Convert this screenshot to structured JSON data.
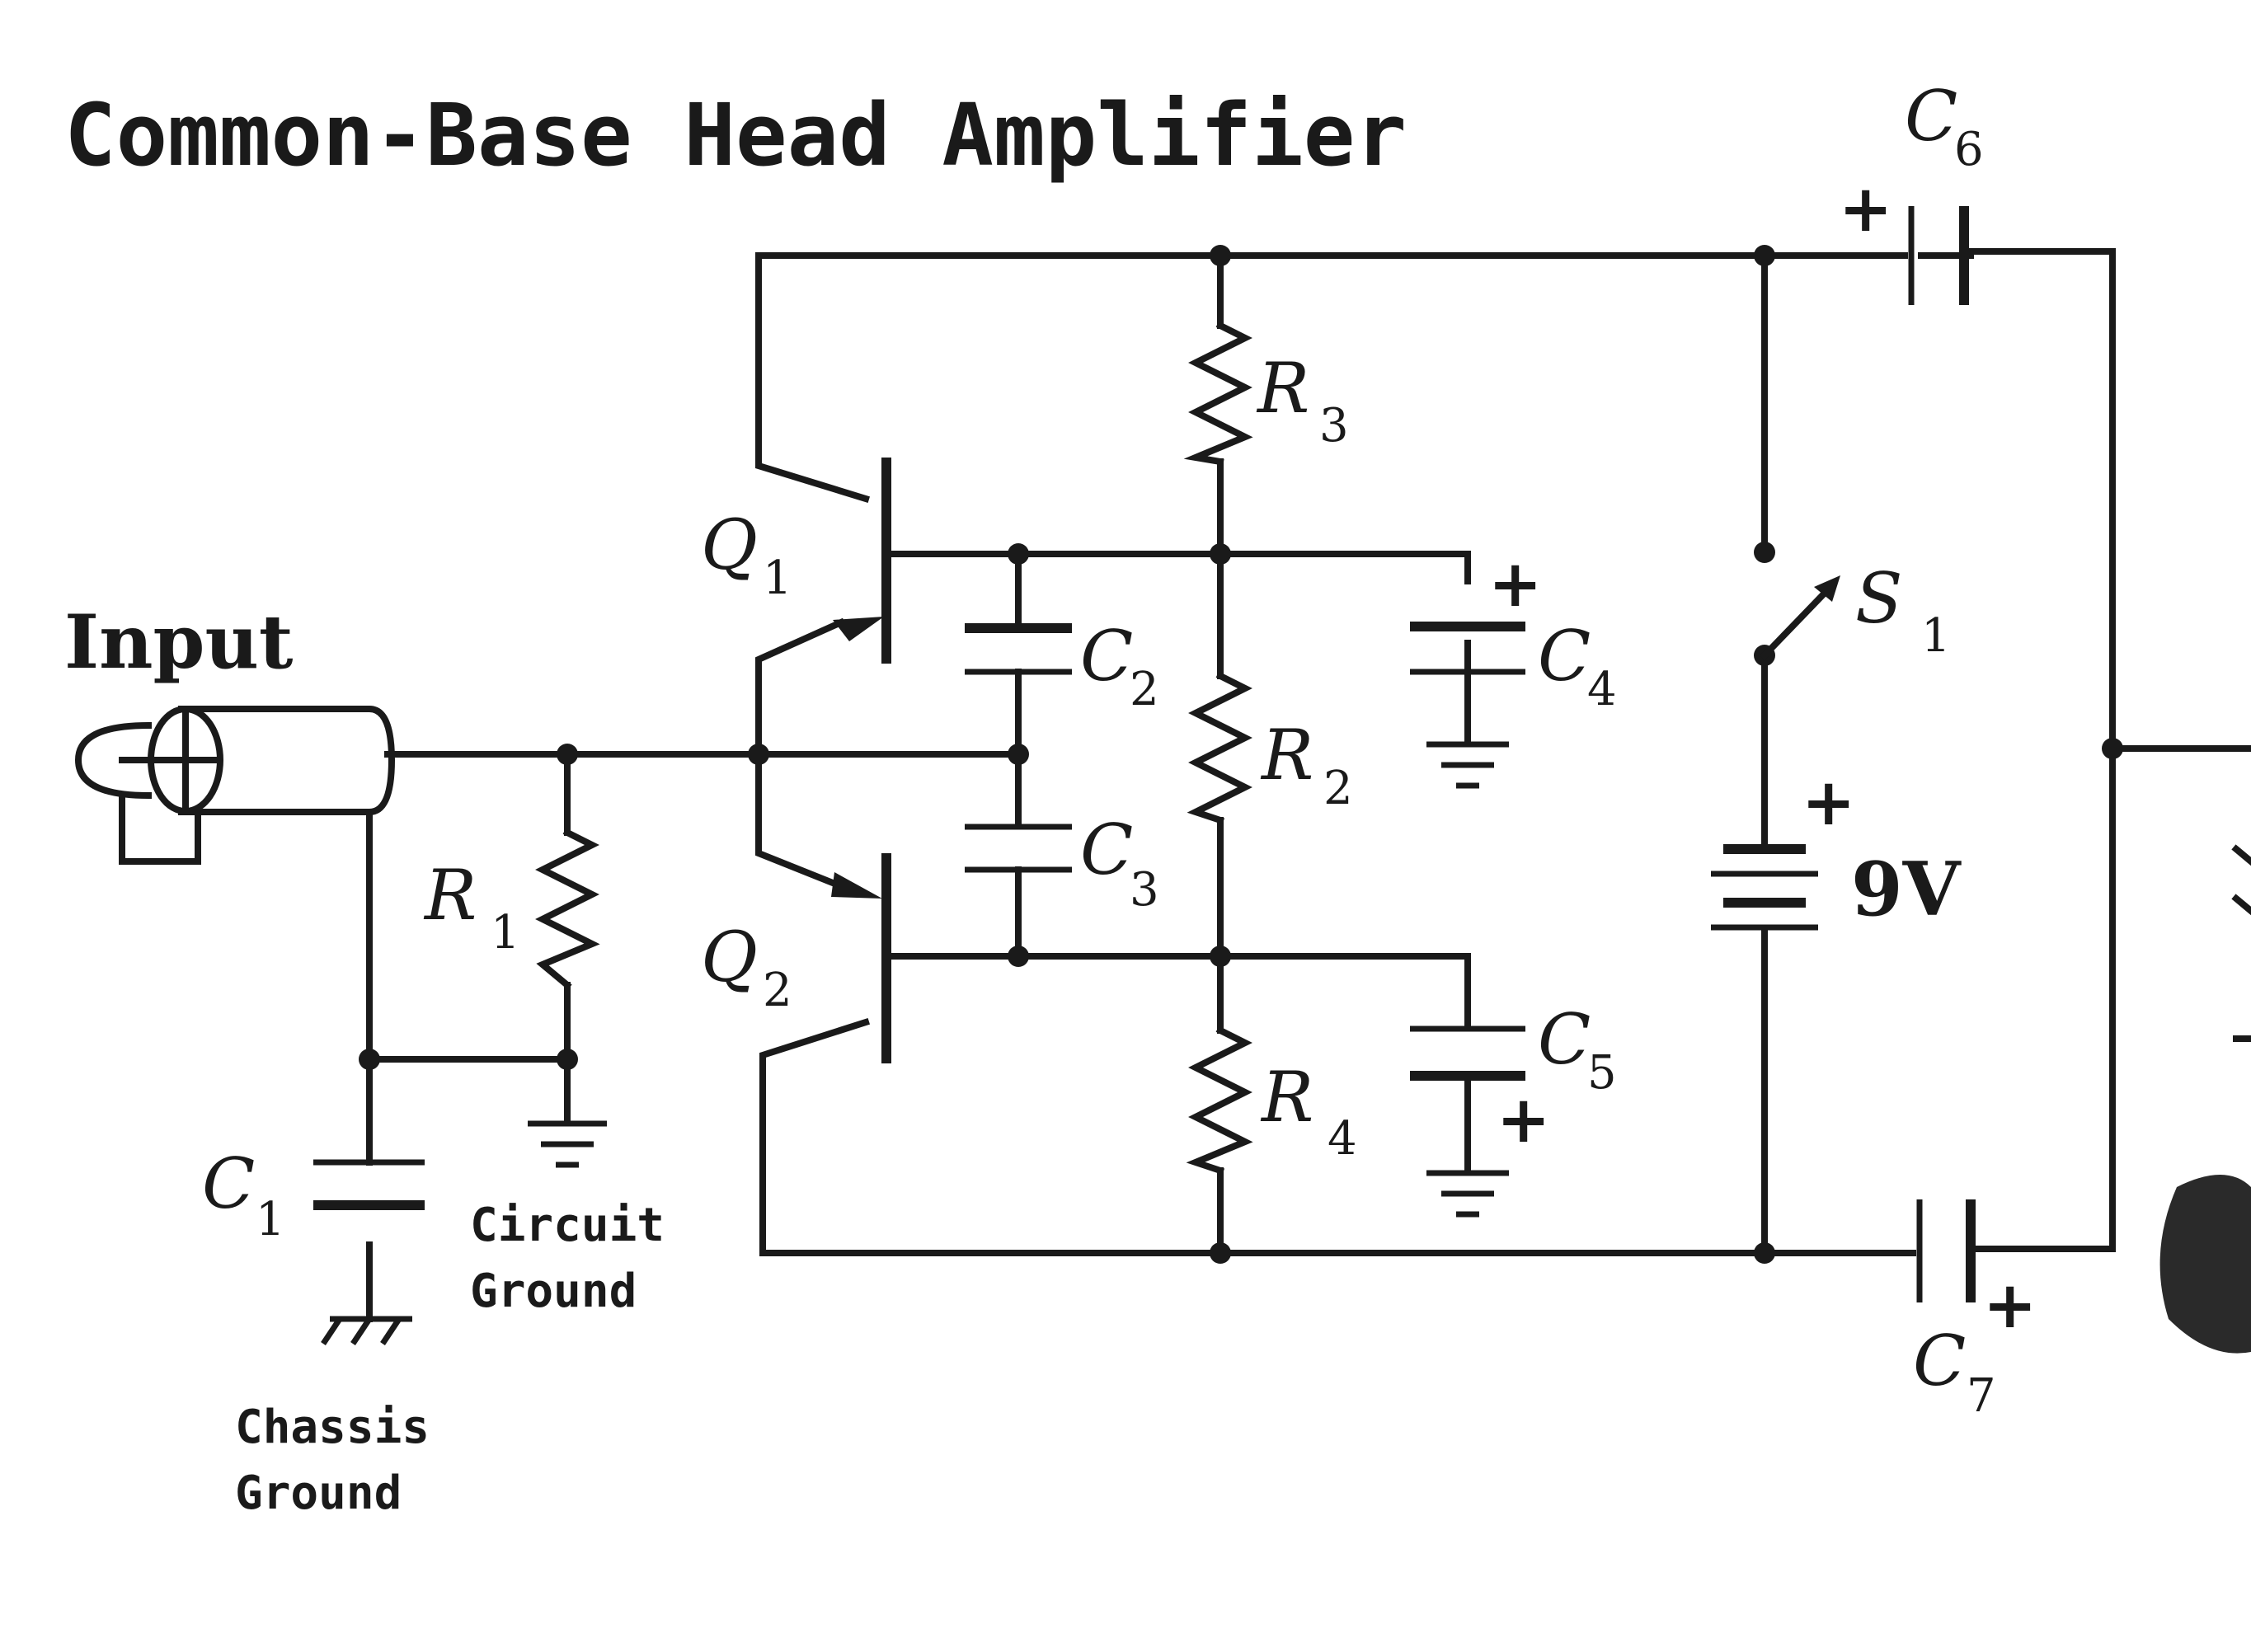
{
  "title": "Common-Base Head Amplifier",
  "labels": {
    "input": "Input",
    "q1": "Q",
    "q1_sub": "1",
    "q2": "Q",
    "q2_sub": "2",
    "r1": "R",
    "r1_sub": "1",
    "r2": "R",
    "r2_sub": "2",
    "r3": "R",
    "r3_sub": "3",
    "r4": "R",
    "r4_sub": "4",
    "c1": "C",
    "c1_sub": "1",
    "c2": "C",
    "c2_sub": "2",
    "c3": "C",
    "c3_sub": "3",
    "c4": "C",
    "c4_sub": "4",
    "c5": "C",
    "c5_sub": "5",
    "c6": "C",
    "c6_sub": "6",
    "c7": "C",
    "c7_sub": "7",
    "s1": "S",
    "s1_sub": "1",
    "battery": "9V",
    "circuit_ground_line1": "Circuit",
    "circuit_ground_line2": "Ground",
    "chassis_ground_line1": "Chassis",
    "chassis_ground_line2": "Ground",
    "plus": "+"
  }
}
